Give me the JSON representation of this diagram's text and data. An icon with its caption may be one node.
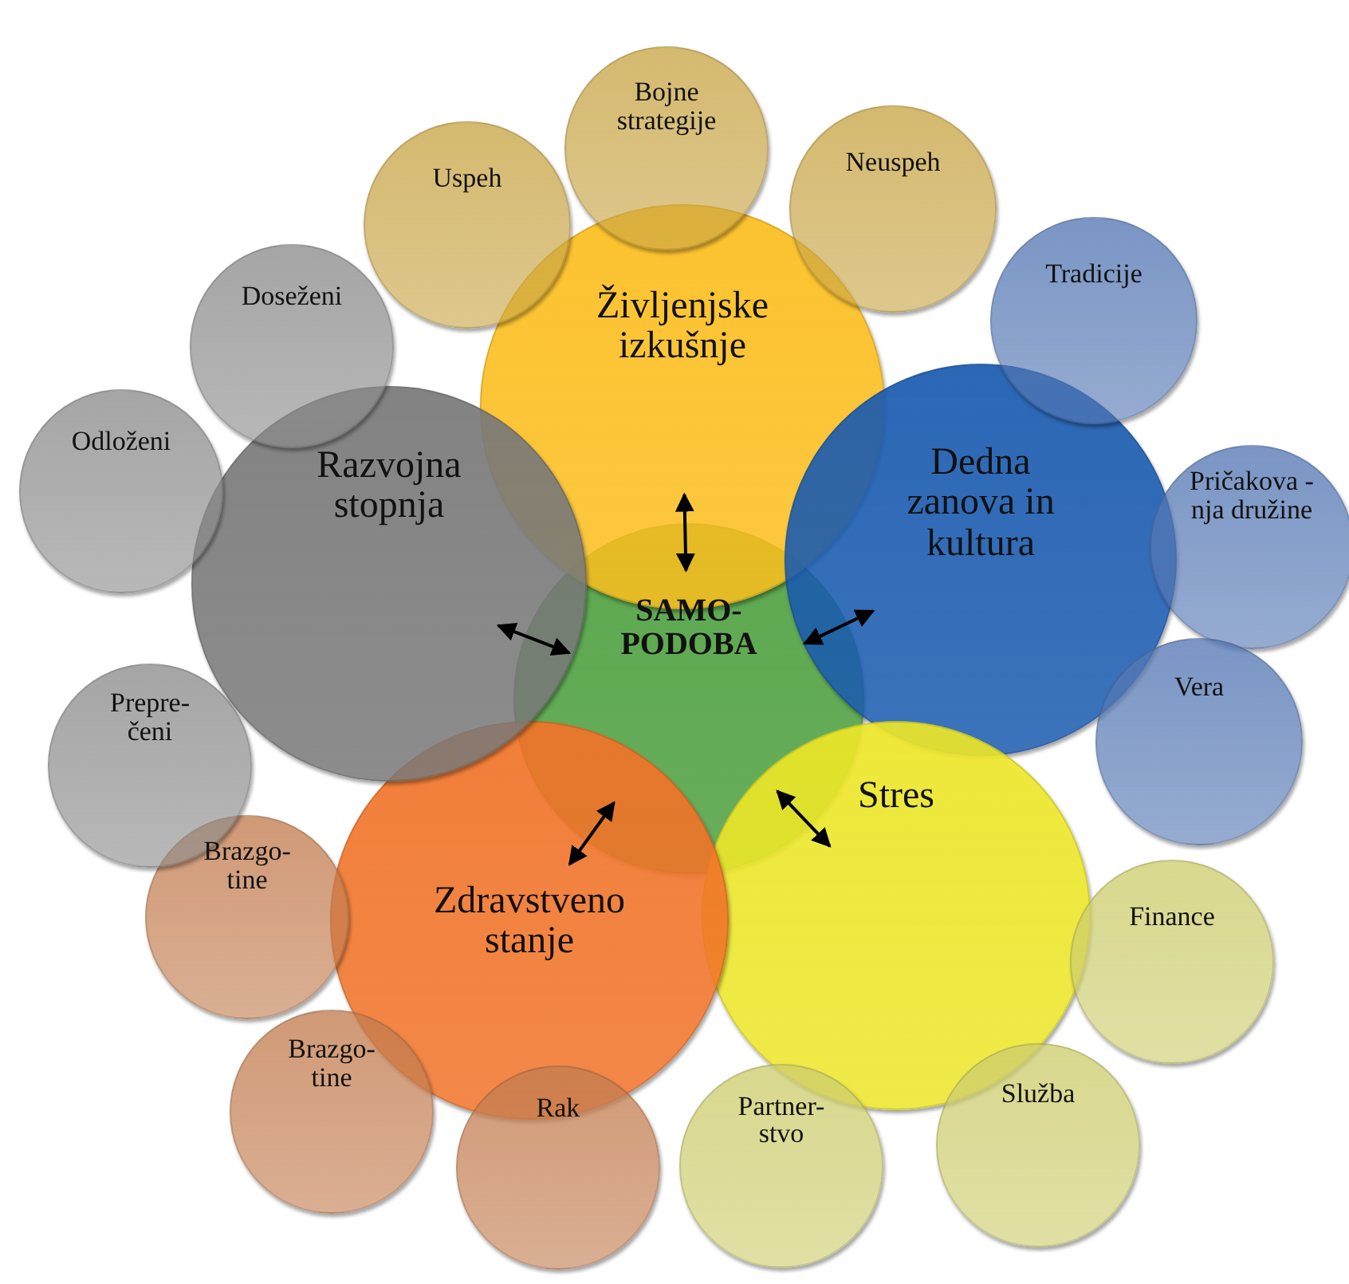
{
  "diagram": {
    "nodes": [
      {
        "text": [
          "SAMO- PODOBA"
        ]
      },
      {
        "text": [
          "Življenjske izkušnje"
        ]
      },
      {
        "text": [
          "Dedna zanova in kultura"
        ]
      },
      {
        "text": [
          "Stres"
        ]
      },
      {
        "text": [
          "Zdravstveno stanje"
        ]
      },
      {
        "text": [
          "Razvojna stopnja"
        ]
      },
      {
        "text": [
          "Bojne strategije"
        ]
      },
      {
        "text": [
          "Uspeh"
        ]
      },
      {
        "text": [
          "Neuspeh"
        ]
      },
      {
        "text": [
          "Tradicije"
        ]
      },
      {
        "text": [
          "Pričakova -nja družine"
        ]
      },
      {
        "text": [
          "Vera"
        ]
      },
      {
        "text": [
          "Finance"
        ]
      },
      {
        "text": [
          "Služba"
        ]
      },
      {
        "text": [
          "Partner- stvo"
        ]
      },
      {
        "text": [
          "Rak"
        ]
      },
      {
        "text": [
          "Brazgo- tine"
        ]
      },
      {
        "text": [
          "Brazgo- tine"
        ]
      },
      {
        "text": [
          "Doseženi"
        ]
      },
      {
        "text": [
          "Odloženi"
        ]
      },
      {
        "text": [
          "Prepre- čeni"
        ]
      }
    ],
    "edges": [
      {
        "from": 0,
        "to": 1,
        "arrow": "both"
      },
      {
        "from": 0,
        "to": 2,
        "arrow": "both"
      },
      {
        "from": 0,
        "to": 3,
        "arrow": "both"
      },
      {
        "from": 0,
        "to": 4,
        "arrow": "both"
      },
      {
        "from": 0,
        "to": 5,
        "arrow": "both"
      }
    ]
  }
}
